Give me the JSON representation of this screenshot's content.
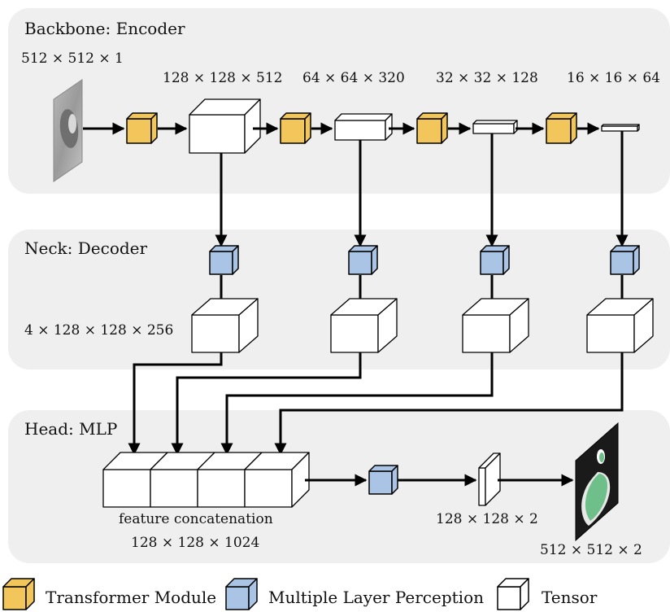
{
  "sections": {
    "encoder": {
      "title": "Backbone: Encoder"
    },
    "decoder": {
      "title": "Neck: Decoder"
    },
    "head": {
      "title": "Head: MLP"
    }
  },
  "encoder": {
    "input_dim": "512 × 512 × 1",
    "stage_dims": [
      "128 × 128 × 512",
      "64 × 64 × 320",
      "32 × 32 × 128",
      "16 × 16 × 64"
    ]
  },
  "decoder": {
    "output_dim": "4 × 128 × 128 × 256"
  },
  "head": {
    "concat_label": "feature concatenation",
    "concat_dim": "128 × 128 × 1024",
    "pred_dim": "128 × 128 × 2",
    "output_dim": "512 × 512 × 2"
  },
  "legend": [
    {
      "label": "Transformer Module",
      "color": "#f2c65a"
    },
    {
      "label": "Multiple Layer Perception",
      "color": "#a9c4e4"
    },
    {
      "label": "Tensor",
      "color": "#ffffff"
    }
  ],
  "colors": {
    "panel": "#efefef",
    "transformer": "#f2c65a",
    "mlp": "#a9c4e4",
    "tensor": "#ffffff",
    "arrow": "#000000"
  }
}
